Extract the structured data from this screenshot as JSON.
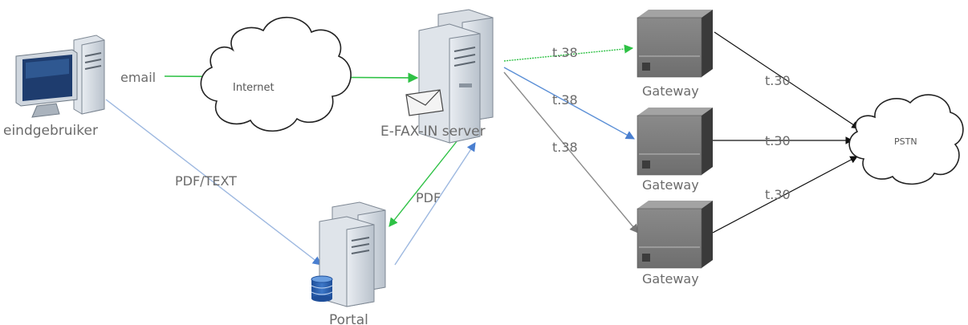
{
  "nodes": {
    "enduser": "eindgebruiker",
    "internet": "Internet",
    "server": "E-FAX-IN server",
    "portal": "Portal",
    "gateway1": "Gateway",
    "gateway2": "Gateway",
    "gateway3": "Gateway",
    "pstn": "PSTN"
  },
  "links": {
    "email": "email",
    "pdf_text": "PDF/TEXT",
    "pdf": "PDF",
    "t38_1": "t.38",
    "t38_2": "t.38",
    "t38_3": "t.38",
    "t30_1": "t.30",
    "t30_2": "t.30",
    "t30_3": "t.30"
  },
  "colors": {
    "green": "#2ec145",
    "blue": "#5b8fd6",
    "light_blue": "#9db8e0",
    "gray": "#8a8a8a",
    "black": "#111111"
  }
}
